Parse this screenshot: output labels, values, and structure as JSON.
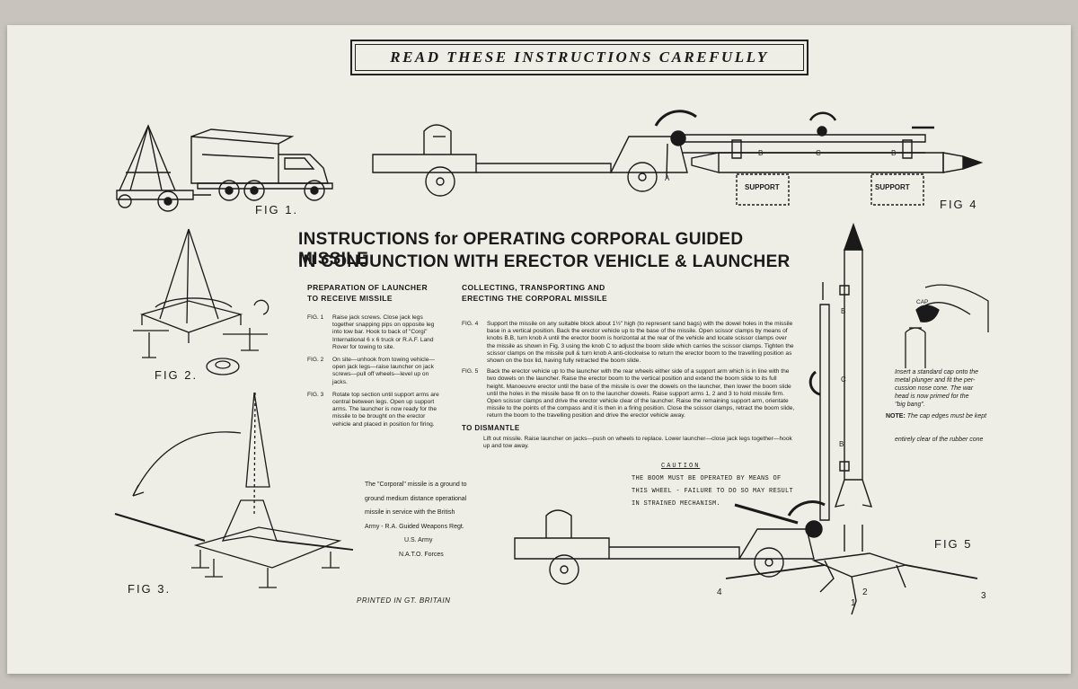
{
  "banner": "READ THESE INSTRUCTIONS CAREFULLY",
  "title_line1": "INSTRUCTIONS for OPERATING CORPORAL GUIDED MISSILE",
  "title_line2": "IN CONJUNCTION WITH ERECTOR VEHICLE & LAUNCHER",
  "col1": {
    "heading1": "PREPARATION OF LAUNCHER",
    "heading2": "TO RECEIVE MISSILE",
    "steps": [
      {
        "n": "FIG. 1",
        "text": "Raise jack screws. Close jack legs together snapping pips on opposite leg into tow bar. Hook to back of \"Corgi\" International 6 x 6 truck or R.A.F. Land Rover for towing to site."
      },
      {
        "n": "FIG. 2",
        "text": "On site—unhook from towing vehicle—open jack legs—raise launcher on jack screws—pull off wheels—level up on jacks."
      },
      {
        "n": "FIG. 3",
        "text": "Rotate top section until support arms are central between legs. Open up support arms. The launcher is now ready for the missile to be brought on the erector vehicle and placed in position for firing."
      }
    ]
  },
  "col2": {
    "heading1": "COLLECTING, TRANSPORTING AND",
    "heading2": "ERECTING THE CORPORAL MISSILE",
    "steps": [
      {
        "n": "FIG. 4",
        "text": "Support the missile on any suitable block about 1½\" high (to represent sand bags) with the dowel holes in the missile base in a vertical position. Back the erector vehicle up to the base of the missile. Open scissor clamps by means of knobs B.B, turn knob A until the erector boom is horizontal at the rear of the vehicle and locate scissor clamps over the missile as shown in Fig. 3 using the knob C to adjust the boom slide which carries the scissor clamps. Tighten the scissor clamps on the missile pull & turn knob A anti-clockwise to return the erector boom to the travelling position as shown on the box lid, having fully retracted the boom slide."
      },
      {
        "n": "FIG. 5",
        "text": "Back the erector vehicle up to the launcher with the rear wheels either side of a support arm which is in line with the two dowels on the launcher. Raise the erector boom to the vertical position and extend the boom slide to its full height. Manoeuvre erector until the base of the missile is over the dowels on the launcher, then lower the boom slide until the holes in the missile base fit on to the launcher dowels. Raise support arms 1, 2 and 3 to hold missile firm. Open scissor clamps and drive the erector vehicle clear of the launcher. Raise the remaining support arm, orientate missile to the points of the compass and it is then in a firing position. Close the scissor clamps, retract the boom slide, return the boom to the travelling position and drive the erector vehicle away."
      }
    ],
    "dismantle_heading": "TO DISMANTLE",
    "dismantle_text": "Lift out missile. Raise launcher on jacks—push on wheels to replace. Lower launcher—close jack legs together—hook up and tow away."
  },
  "about": {
    "lines": [
      "The \"Corporal\" missile is a ground to",
      "ground medium distance operational",
      "missile in service with the British",
      "Army - R.A. Guided Weapons Regt."
    ],
    "line5": "U.S. Army",
    "line6": "N.A.T.O. Forces"
  },
  "caution": {
    "heading": "CAUTION",
    "lines": [
      "THE BOOM MUST BE OPERATED BY MEANS OF",
      "THIS WHEEL - FAILURE TO DO SO MAY RESULT",
      "IN STRAINED MECHANISM."
    ]
  },
  "cap_note": {
    "label": "CAP",
    "lines": [
      "Insert a standard cap onto the",
      "metal plunger and fit the per-",
      "cussion nose cone. The war",
      "head is now primed for the",
      "\"big bang\"."
    ],
    "note_label": "NOTE:",
    "note_text": "The cap edges must be kept",
    "note_text2": "entirely clear of the rubber cone"
  },
  "printed": "PRINTED IN GT. BRITAIN",
  "figs": {
    "fig1": "FIG 1.",
    "fig2": "FIG 2.",
    "fig3": "FIG 3.",
    "fig4": "FIG 4",
    "fig5": "FIG 5"
  },
  "labels": {
    "support": "SUPPORT",
    "A": "A",
    "B": "B",
    "C": "C",
    "n1": "1",
    "n2": "2",
    "n3": "3",
    "n4": "4"
  }
}
